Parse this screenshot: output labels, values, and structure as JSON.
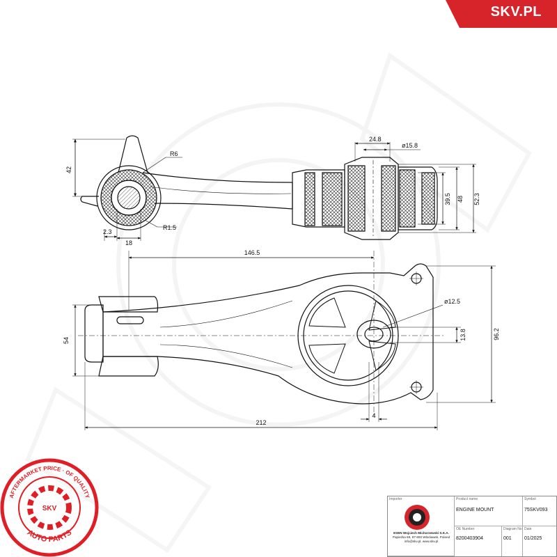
{
  "brand": {
    "badge_text": "SKV.PL",
    "badge_color": "#d7232a",
    "seal_ring_text_top": "AFTERMARKET PRICE · OF QUALITY",
    "seal_ring_text_bottom": "AUTO PARTS",
    "seal_center_text": "SKV",
    "seal_color": "#e01e26"
  },
  "drawing": {
    "top_view": {
      "dim_height_left": "42",
      "dim_radius_top": "R6",
      "dim_bottom_left": "2.3",
      "dim_bottom_width": "18",
      "dim_radius_bottom": "R1.5",
      "dim_bushing_width": "24.8",
      "dim_bushing_hole": "ø15.8",
      "dim_inner_height": "39.5",
      "dim_mid_height": "48",
      "dim_outer_height": "52.3"
    },
    "front_view": {
      "dim_length_to_center": "146.5",
      "dim_hole": "ø12.5",
      "dim_slot_height": "13.8",
      "dim_total_height": "96.2",
      "dim_end_height": "54",
      "dim_offset": "4",
      "dim_total_length": "212"
    }
  },
  "title_block": {
    "importer_label": "Importer",
    "company_name": "ESEN Wojciech Michorzewski S.K.A.",
    "company_address": "Papieżka 69, 87-800 Włocławek, Poland",
    "company_contact": "info@skv.pl, www.skv.pl",
    "product_name_label": "Product name",
    "product_name": "ENGINE MOUNT",
    "symbol_label": "Symbol",
    "symbol": "75SKV093",
    "oe_number_label": "OE Number",
    "oe_number": "8200403904",
    "diagram_no_label": "Diagram No",
    "diagram_no": "001",
    "date_label": "Date",
    "date": "01/2025"
  }
}
